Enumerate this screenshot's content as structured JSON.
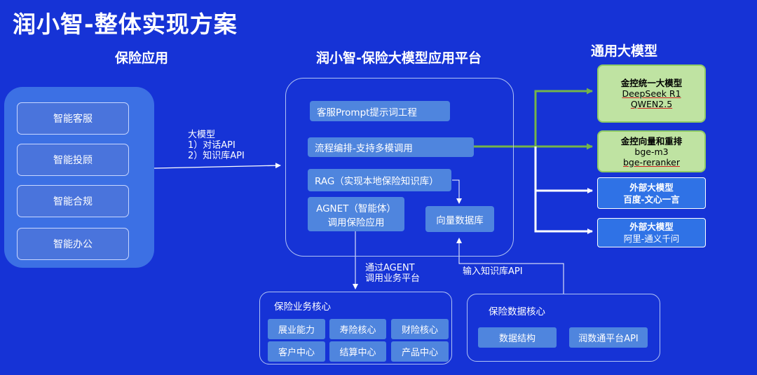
{
  "title": "润小智-整体实现方案",
  "left": {
    "title": "保险应用",
    "items": [
      "智能客服",
      "智能投顾",
      "智能合规",
      "智能办公"
    ]
  },
  "api_label": {
    "line1": "大模型",
    "line2": "1）对话API",
    "line3": "2）知识库API"
  },
  "center": {
    "title": "润小智-保险大模型应用平台",
    "prompt": "客服Prompt提示词工程",
    "flow": "流程编排-支持多模调用",
    "rag": "RAG（实现本地保险知识库）",
    "agent_line1": "AGNET（智能体）",
    "agent_line2": "调用保险应用",
    "vector_db": "向量数据库"
  },
  "right": {
    "title": "通用大模型",
    "m1": {
      "head": "金控统一大模型",
      "l1": "DeepSeek R1",
      "l2": "QWEN2.5"
    },
    "m2": {
      "head": "金控向量和重排",
      "l1": "bge-m3",
      "l2": "bge-reranker"
    },
    "m3": {
      "head": "外部大模型",
      "l1": "百度-文心一言"
    },
    "m4": {
      "head": "外部大模型",
      "l1": "阿里-通义千问"
    }
  },
  "agent_call": {
    "line1": "通过AGENT",
    "line2": "调用业务平台"
  },
  "kb_api": "输入知识库API",
  "biz": {
    "title": "保险业务核心",
    "items": [
      "展业能力",
      "寿险核心",
      "财险核心",
      "客户中心",
      "结算中心",
      "产品中心"
    ]
  },
  "data_core": {
    "title": "保险数据核心",
    "items": [
      "数据结构",
      "润数通平台API"
    ]
  },
  "colors": {
    "background": "#1633d6",
    "green_fill": "#bfe3a2",
    "green_line": "#74b44a",
    "box_blue": "#4f85de"
  }
}
